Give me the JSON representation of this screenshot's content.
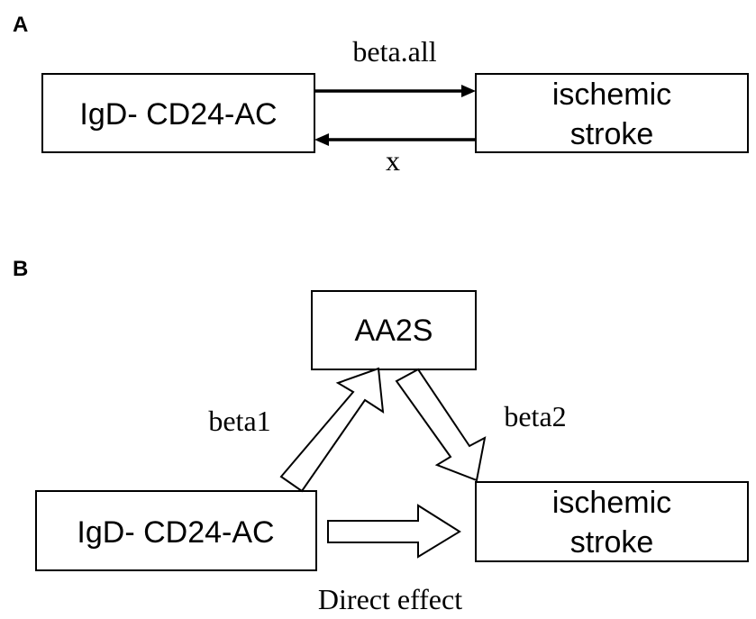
{
  "panel_a": {
    "label": "A",
    "exposure": "IgD- CD24-AC",
    "outcome": [
      "ischemic",
      "stroke"
    ],
    "forward_label": "beta.all",
    "reverse_label": "x"
  },
  "panel_b": {
    "label": "B",
    "mediator": "AA2S",
    "exposure": "IgD- CD24-AC",
    "outcome": [
      "ischemic",
      "stroke"
    ],
    "beta1_label": "beta1",
    "beta2_label": "beta2",
    "direct_label": "Direct effect"
  }
}
